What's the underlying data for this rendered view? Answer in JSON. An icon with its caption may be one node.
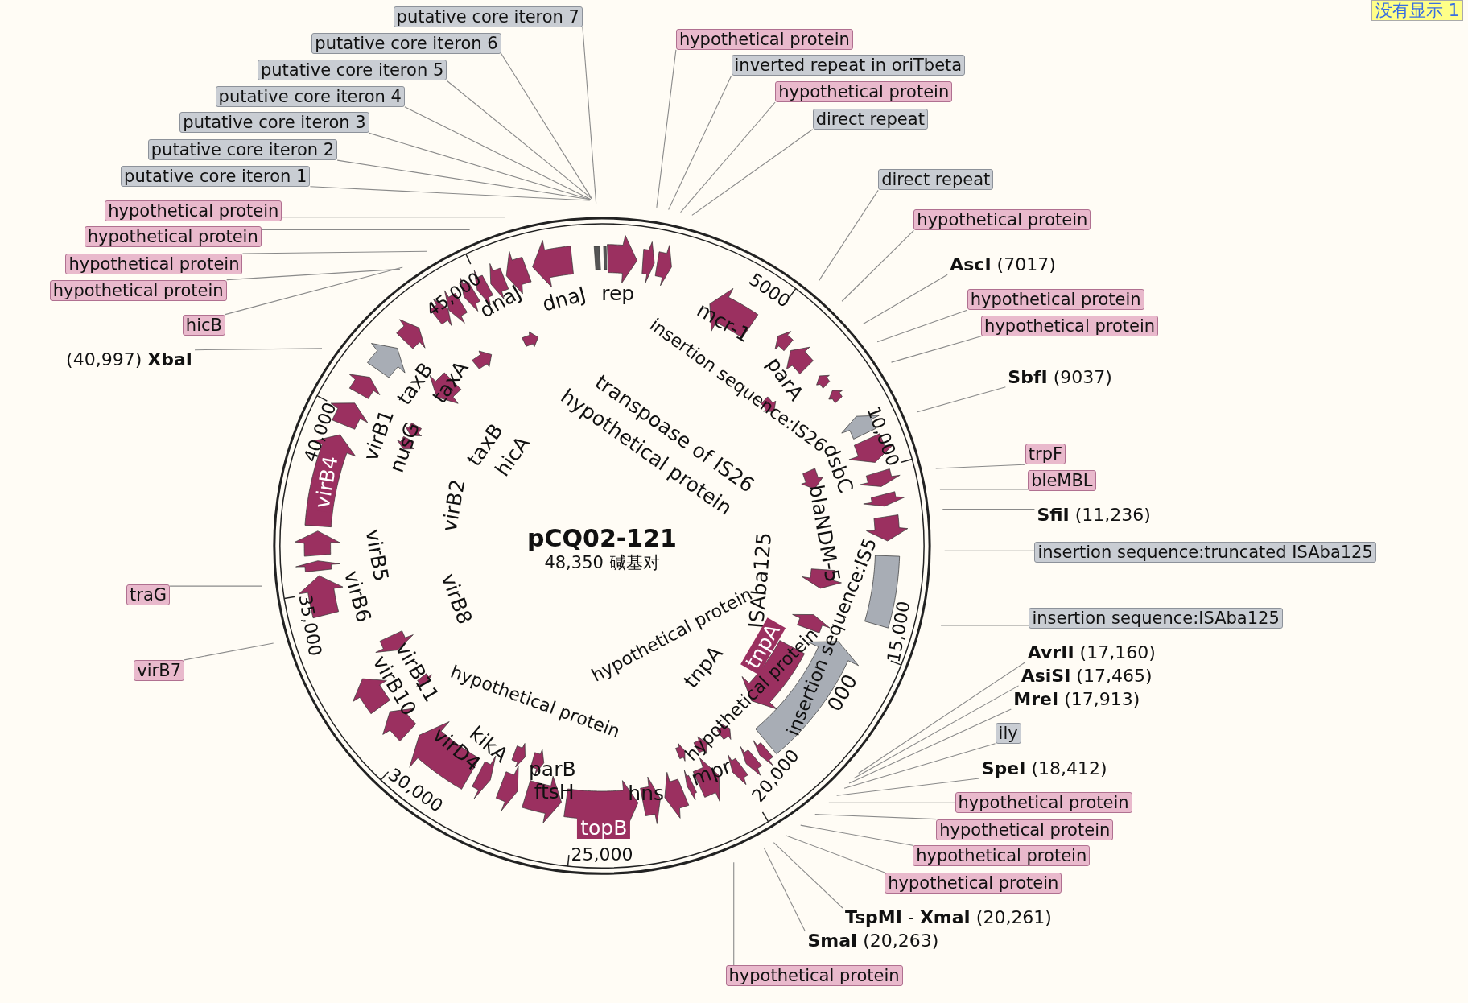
{
  "diagram": {
    "nodes": [
      {
        "text": [
          "putative core iteron 7"
        ]
      },
      {
        "text": [
          "putative core iteron 6"
        ]
      },
      {
        "text": [
          "putative core iteron 5"
        ]
      },
      {
        "text": [
          "putative core iteron 4"
        ]
      },
      {
        "text": [
          "putative core iteron 3"
        ]
      },
      {
        "text": [
          "putative core iteron 2"
        ]
      },
      {
        "text": [
          "putative core iteron 1"
        ]
      },
      {
        "text": [
          "hypothetical protein"
        ]
      },
      {
        "text": [
          "hypothetical protein"
        ]
      },
      {
        "text": [
          "hypothetical protein"
        ]
      },
      {
        "text": [
          "hypothetical protein"
        ]
      },
      {
        "text": [
          "hicB"
        ]
      },
      {
        "text": [
          "(40,997)  **XbaI**"
        ]
      },
      {
        "text": [
          "traG"
        ]
      },
      {
        "text": [
          "virB7"
        ]
      },
      {
        "text": [
          "hypothetical protein"
        ]
      },
      {
        "text": [
          "inverted repeat in oriTbeta"
        ]
      },
      {
        "text": [
          "hypothetical protein"
        ]
      },
      {
        "text": [
          "direct repeat"
        ]
      },
      {
        "text": [
          "direct repeat"
        ]
      },
      {
        "text": [
          "hypothetical protein"
        ]
      },
      {
        "text": [
          "**AscI**  (7017)"
        ]
      },
      {
        "text": [
          "hypothetical protein"
        ]
      },
      {
        "text": [
          "hypothetical protein"
        ]
      },
      {
        "text": [
          "**SbfI**  (9037)"
        ]
      },
      {
        "text": [
          "trpF"
        ]
      },
      {
        "text": [
          "bleMBL"
        ]
      },
      {
        "text": [
          "**SfiI**  (11,236)"
        ]
      },
      {
        "text": [
          "insertion sequence:truncated ISAba125"
        ]
      },
      {
        "text": [
          "insertion sequence:ISAba125"
        ]
      },
      {
        "text": [
          "**AvrII**  (17,160)"
        ]
      },
      {
        "text": [
          "**AsiSI**  (17,465)"
        ]
      },
      {
        "text": [
          "**MreI**  (17,913)"
        ]
      },
      {
        "text": [
          "ily"
        ]
      },
      {
        "text": [
          "**SpeI**  (18,412)"
        ]
      },
      {
        "text": [
          "hypothetical protein"
        ]
      },
      {
        "text": [
          "hypothetical protein"
        ]
      },
      {
        "text": [
          "hypothetical protein"
        ]
      },
      {
        "text": [
          "hypothetical protein"
        ]
      },
      {
        "text": [
          "**TspMI** - **XmaI**  (20,261)"
        ]
      },
      {
        "text": [
          "**SmaI**  (20,263)"
        ]
      },
      {
        "text": [
          "hypothetical protein"
        ]
      }
    ],
    "edges": [
      {
        "from": 0,
        "to": null,
        "arrow": "none"
      },
      {
        "from": 1,
        "to": null,
        "arrow": "none"
      },
      {
        "from": 2,
        "to": null,
        "arrow": "none"
      },
      {
        "from": 3,
        "to": null,
        "arrow": "none"
      },
      {
        "from": 4,
        "to": null,
        "arrow": "none"
      },
      {
        "from": 5,
        "to": null,
        "arrow": "none"
      },
      {
        "from": 6,
        "to": null,
        "arrow": "none"
      },
      {
        "from": 7,
        "to": null,
        "arrow": "none"
      },
      {
        "from": 8,
        "to": null,
        "arrow": "none"
      },
      {
        "from": 9,
        "to": null,
        "arrow": "none"
      },
      {
        "from": 10,
        "to": null,
        "arrow": "none"
      },
      {
        "from": 11,
        "to": null,
        "arrow": "none"
      },
      {
        "from": 12,
        "to": null,
        "arrow": "none"
      },
      {
        "from": 13,
        "to": null,
        "arrow": "none"
      },
      {
        "from": 14,
        "to": null,
        "arrow": "none"
      },
      {
        "from": 15,
        "to": null,
        "arrow": "none"
      },
      {
        "from": 16,
        "to": null,
        "arrow": "none"
      },
      {
        "from": 17,
        "to": null,
        "arrow": "none"
      },
      {
        "from": 18,
        "to": null,
        "arrow": "none"
      },
      {
        "from": 19,
        "to": null,
        "arrow": "none"
      },
      {
        "from": 20,
        "to": null,
        "arrow": "none"
      },
      {
        "from": 21,
        "to": null,
        "arrow": "none"
      },
      {
        "from": 22,
        "to": null,
        "arrow": "none"
      },
      {
        "from": 23,
        "to": null,
        "arrow": "none"
      },
      {
        "from": 24,
        "to": null,
        "arrow": "none"
      },
      {
        "from": 25,
        "to": null,
        "arrow": "none"
      },
      {
        "from": 26,
        "to": null,
        "arrow": "none"
      },
      {
        "from": 27,
        "to": null,
        "arrow": "none"
      },
      {
        "from": 28,
        "to": null,
        "arrow": "none"
      },
      {
        "from": 29,
        "to": null,
        "arrow": "none"
      },
      {
        "from": 30,
        "to": null,
        "arrow": "none"
      },
      {
        "from": 31,
        "to": null,
        "arrow": "none"
      },
      {
        "from": 32,
        "to": null,
        "arrow": "none"
      },
      {
        "from": 33,
        "to": null,
        "arrow": "none"
      },
      {
        "from": 34,
        "to": null,
        "arrow": "none"
      },
      {
        "from": 35,
        "to": null,
        "arrow": "none"
      },
      {
        "from": 36,
        "to": null,
        "arrow": "none"
      },
      {
        "from": 37,
        "to": null,
        "arrow": "none"
      },
      {
        "from": 38,
        "to": null,
        "arrow": "none"
      },
      {
        "from": 39,
        "to": null,
        "arrow": "none"
      },
      {
        "from": 40,
        "to": null,
        "arrow": "none"
      },
      {
        "from": 41,
        "to": null,
        "arrow": "none"
      }
    ],
    "labels": [
      "没有显示 1",
      "pCQ02-121",
      "48,350 碱基对",
      "5000",
      "10,000",
      "15,000",
      "20,000",
      "25,000",
      "30,000",
      "35,000",
      "40,000",
      "45,000",
      "dnaJ",
      "dnaJ",
      "rep",
      "mcr-1",
      "insertion sequence:IS26",
      "parA",
      "transpoase of IS26",
      "hypothetical protein",
      "taxB",
      "taxA",
      "taxB",
      "hicA",
      "virB1",
      "nusG",
      "virB2",
      "virB4",
      "virB5",
      "virB6",
      "dsbC",
      "blaNDM-5",
      "insertion sequence:IS5",
      "ISAba125",
      "tnpA",
      "tnpA",
      "hypothetical protein",
      "hypothetical protein",
      "virB8",
      "virB11",
      "virB10",
      "virD4",
      "kikA",
      "parB",
      "ftsH",
      "topB",
      "hns",
      "mpr",
      "hypothetical protein",
      "000"
    ]
  }
}
